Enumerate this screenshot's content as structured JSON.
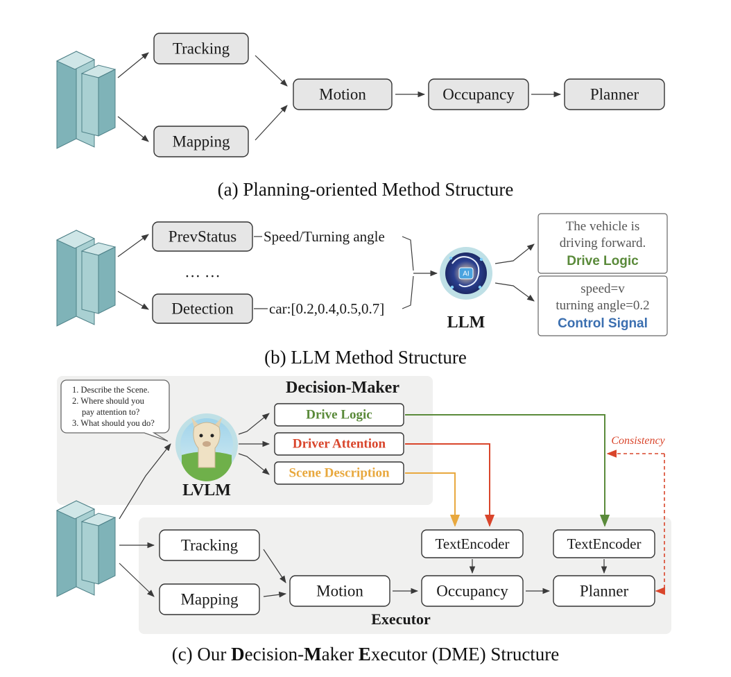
{
  "panel_a": {
    "tracking": "Tracking",
    "mapping": "Mapping",
    "motion": "Motion",
    "occupancy": "Occupancy",
    "planner": "Planner",
    "caption": "(a) Planning-oriented Method Structure"
  },
  "panel_b": {
    "prev_status": "PrevStatus",
    "ellipsis": "… …",
    "detection": "Detection",
    "speed_label": "Speed/Turning angle",
    "car_label": "car:[0.2,0.4,0.5,0.7]",
    "llm_label": "LLM",
    "llm_icon_text": "AI",
    "logic_text_1": "The vehicle is",
    "logic_text_2": "driving forward.",
    "logic_title": "Drive Logic",
    "signal_text_1": "speed=v",
    "signal_text_2": "turning angle=0.2",
    "signal_title": "Control Signal",
    "caption": "(b) LLM Method Structure"
  },
  "panel_c": {
    "bubble_1": "1. Describe the Scene.",
    "bubble_2": "2. Where should you",
    "bubble_3": "pay attention to?",
    "bubble_4": "3. What should you do?",
    "decision_maker": "Decision-Maker",
    "lvlm_label": "LVLM",
    "drive_logic": "Drive Logic",
    "driver_attention": "Driver Attention",
    "scene_description": "Scene Description",
    "consistency": "Consistency",
    "tracking": "Tracking",
    "mapping": "Mapping",
    "motion": "Motion",
    "occupancy": "Occupancy",
    "planner": "Planner",
    "text_encoder_1": "TextEncoder",
    "text_encoder_2": "TextEncoder",
    "executor": "Executor",
    "caption_parts": [
      "(c) Our ",
      "D",
      "ecision-",
      "M",
      "aker ",
      "E",
      "xecutor (DME) Structure"
    ]
  },
  "colors": {
    "cube_face": "#a9d0d2",
    "cube_side": "#7fb3b8",
    "drive_logic": "#5a8a3a",
    "driver_attention": "#d9452b",
    "scene_description": "#e8a83e",
    "control_signal": "#3b6fb0",
    "panel_bg": "#f0f0ef"
  }
}
